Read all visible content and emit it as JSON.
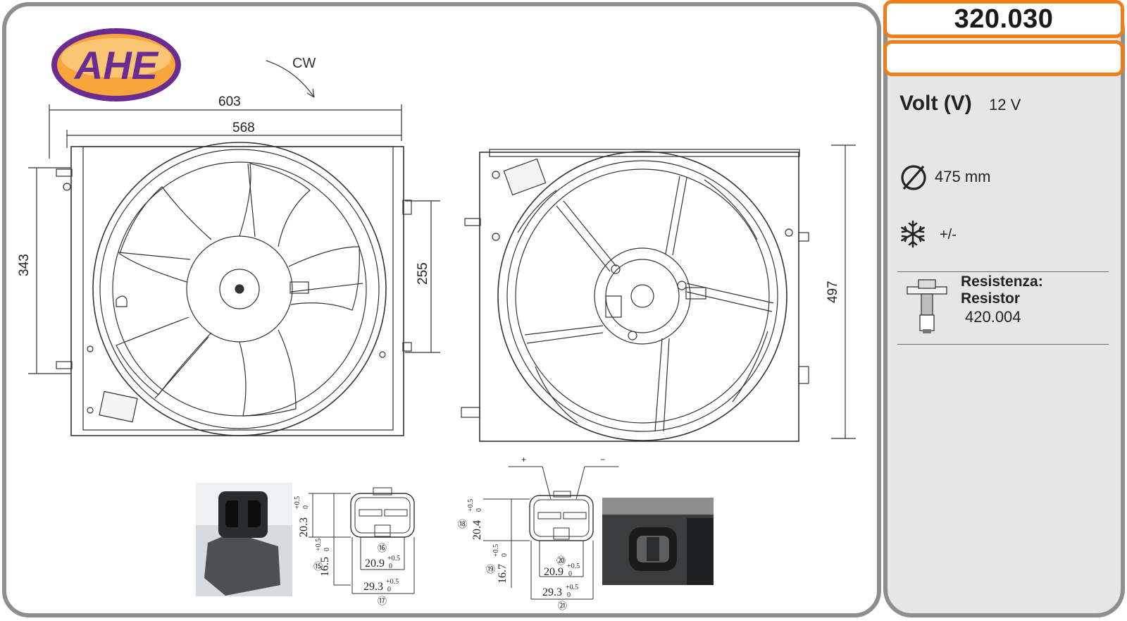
{
  "brand": {
    "logo_text": "AHE"
  },
  "part_number": "320.030",
  "sub_code": "",
  "specs": {
    "volt_label": "Volt (V)",
    "volt_value": "12 V",
    "diameter_value": "475 mm",
    "cooling_value": "+/-",
    "resistor_label_it": "Resistenza:",
    "resistor_label_en": "Resistor",
    "resistor_code": "420.004"
  },
  "drawing": {
    "rotation": "CW",
    "dim_width_outer": "603",
    "dim_width_inner": "568",
    "dim_height_left": "343",
    "dim_height_mount": "255",
    "dim_height_right": "497"
  },
  "connectors": {
    "c1": {
      "height": "20.3",
      "height_tol_top": "+0.5",
      "height_tol_bot": "0",
      "depth": "16.5",
      "depth_tol_top": "+0.5",
      "depth_tol_bot": "0",
      "inner_width": "20.9",
      "inner_tol_top": "+0.5",
      "inner_tol_bot": "0",
      "outer_width": "29.3",
      "outer_tol_top": "+0.5",
      "outer_tol_bot": "0",
      "ref_a": "⑯",
      "ref_b": "⑮",
      "ref_c": "⑰"
    },
    "c2": {
      "plus": "+",
      "minus": "−",
      "height": "20.4",
      "height_tol_top": "+0.5",
      "height_tol_bot": "0",
      "depth": "16.7",
      "depth_tol_top": "+0.5",
      "depth_tol_bot": "0",
      "inner_width": "20.9",
      "inner_tol_top": "+0.5",
      "inner_tol_bot": "0",
      "outer_width": "29.3",
      "outer_tol_top": "+0.5",
      "outer_tol_bot": "0",
      "ref_a": "⑱",
      "ref_b": "⑲",
      "ref_c": "⑳",
      "ref_d": "㉑"
    }
  },
  "colors": {
    "accent_orange": "#ef7d1a",
    "frame_gray": "#8e8e8e",
    "logo_purple": "#6b2c91",
    "logo_orange": "#f39a2a"
  },
  "icons": [
    "diameter-icon",
    "snowflake-icon",
    "resistor-icon"
  ]
}
